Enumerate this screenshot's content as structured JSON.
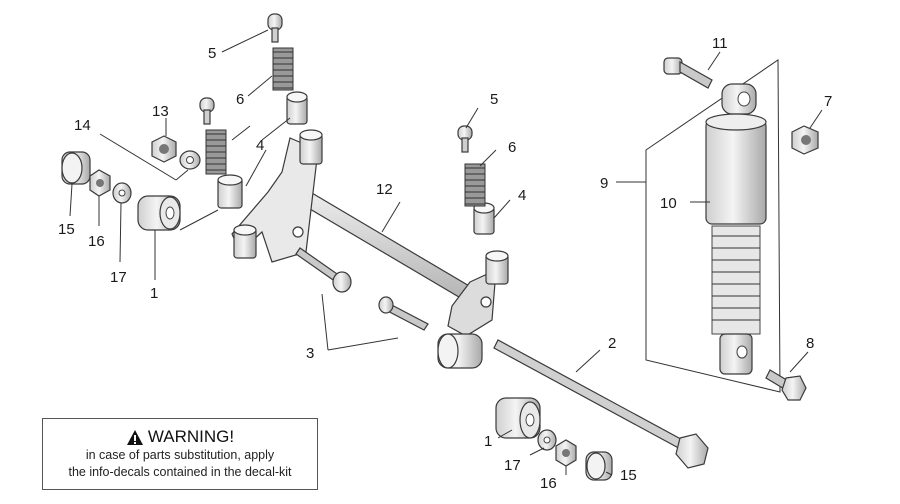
{
  "callouts": {
    "c1a": "1",
    "c1b": "1",
    "c2": "2",
    "c3": "3",
    "c4a": "4",
    "c4b": "4",
    "c5a": "5",
    "c5b": "5",
    "c6a": "6",
    "c6b": "6",
    "c7": "7",
    "c8": "8",
    "c9": "9",
    "c10": "10",
    "c11": "11",
    "c12": "12",
    "c13": "13",
    "c14": "14",
    "c15a": "15",
    "c15b": "15",
    "c16a": "16",
    "c16b": "16",
    "c17a": "17",
    "c17b": "17"
  },
  "warning": {
    "title": "WARNING!",
    "line1": "in case of parts substitution, apply",
    "line2": "the info-decals contained in the decal-kit",
    "icon": "warning-triangle-icon"
  },
  "colors": {
    "part_fill": "#e4e4e4",
    "part_shade": "#bdbdbd",
    "line": "#333333"
  }
}
